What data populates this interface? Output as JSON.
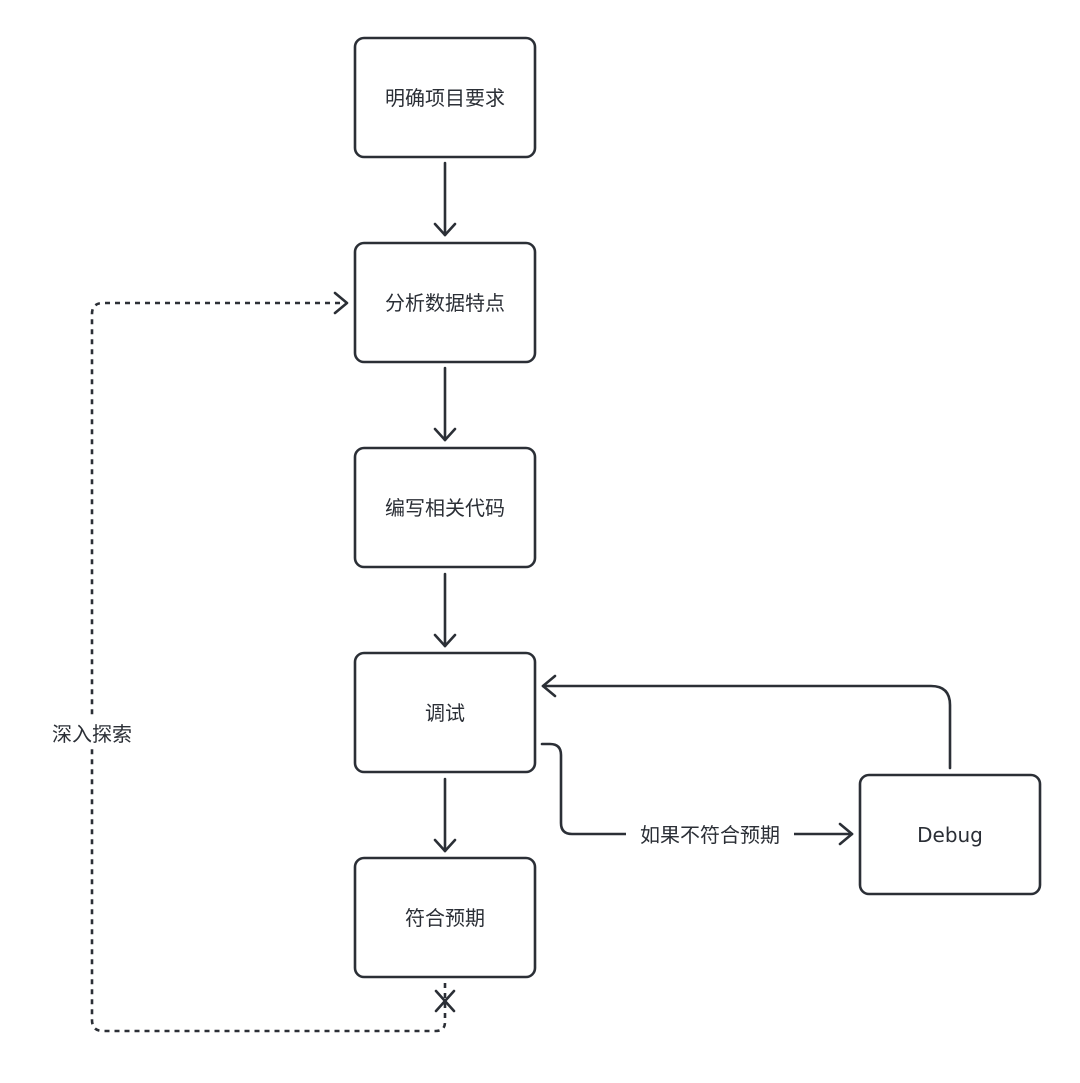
{
  "nodes": {
    "define_requirements": "明确项目要求",
    "analyze_data": "分析数据特点",
    "write_code": "编写相关代码",
    "debugging": "调试",
    "meets_expectations": "符合预期",
    "debug": "Debug"
  },
  "edges": {
    "if_not_meet_expectations": "如果不符合预期",
    "deep_explore": "深入探索"
  },
  "colors": {
    "stroke": "#2b2f36",
    "background": "#ffffff"
  }
}
